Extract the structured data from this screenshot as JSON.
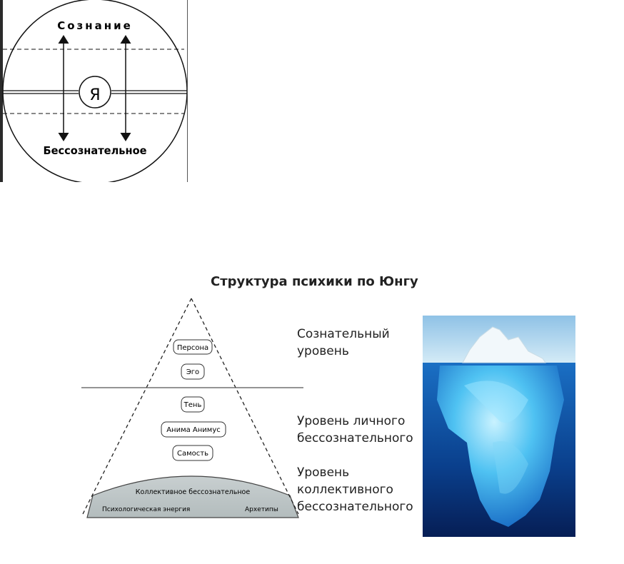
{
  "top_diagram": {
    "conscious_label": "Сознание",
    "unconscious_label": "Бессознательное",
    "self_label": "Я"
  },
  "bottom": {
    "title": "Структура психики по Юнгу",
    "pyramid": {
      "persona": "Персона",
      "ego": "Эго",
      "shadow": "Тень",
      "anima_animus": "Анима Анимус",
      "self": "Самость",
      "collective_unconscious": "Коллективное бессознательное",
      "psychic_energy": "Психологическая энергия",
      "archetypes": "Архетипы"
    },
    "levels": {
      "conscious_1": "Сознательный",
      "conscious_2": "уровень",
      "personal_1": "Уровень личного",
      "personal_2": "бессознательного",
      "collective_1": "Уровень",
      "collective_2": "коллективного",
      "collective_3": "бессознательного"
    }
  }
}
